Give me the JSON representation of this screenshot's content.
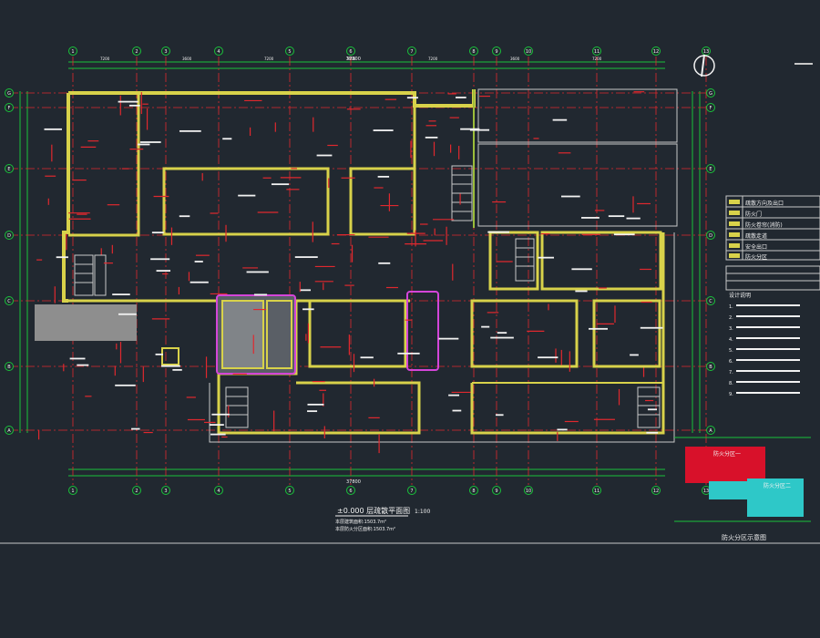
{
  "drawing": {
    "title": "±0.000 层疏散平面图",
    "scale": "1:100",
    "subtitle_1": "本层建筑面积:1503.7m²",
    "subtitle_2": "本层防火分区面积:1503.7m²",
    "overall_dimension": "37800",
    "bay_dimensions": [
      "7200",
      "3600",
      "7200",
      "3600",
      "7200",
      "3600",
      "7200"
    ]
  },
  "grid": {
    "columns": [
      "1",
      "2",
      "3",
      "4",
      "5",
      "6",
      "7",
      "8",
      "9",
      "10",
      "11",
      "12",
      "13"
    ],
    "rows": [
      "A",
      "B",
      "C",
      "D",
      "E",
      "F",
      "G"
    ]
  },
  "legend": {
    "items": [
      "疏散方向及出口",
      "防火门",
      "防火卷帘(消防)",
      "疏散走道",
      "安全出口",
      "防火分区"
    ]
  },
  "notes": {
    "heading": "设计说明",
    "lines": [
      "1.",
      "2.",
      "3.",
      "4.",
      "5.",
      "6.",
      "7.",
      "8.",
      "9."
    ]
  },
  "keyplan": {
    "title": "防火分区示意图",
    "zone_1": "防火分区一",
    "zone_2": "防火分区二"
  },
  "colors": {
    "background": "#212830",
    "wall": "#d8d24a",
    "wall_green": "#9bbd3a",
    "axis_red": "#e0282e",
    "grid_green": "#19c23a",
    "highlight_magenta": "#d445d9",
    "hatch_gray": "#8e8e8e",
    "zone_red": "#d8112a",
    "zone_cyan": "#2ec8c8"
  }
}
